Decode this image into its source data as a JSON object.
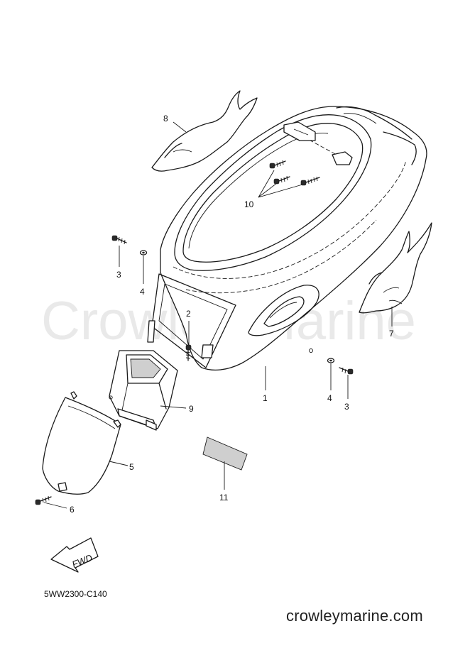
{
  "watermark": "Crowley Marine",
  "fwd_label": "FWD",
  "diagram_code": "5WW2300-C140",
  "site_name": "crowleymarine.com",
  "callouts": {
    "c1": "1",
    "c2": "2",
    "c3a": "3",
    "c3b": "3",
    "c4a": "4",
    "c4b": "4",
    "c5": "5",
    "c6": "6",
    "c7": "7",
    "c8": "8",
    "c9": "9",
    "c10": "10",
    "c11": "11"
  }
}
